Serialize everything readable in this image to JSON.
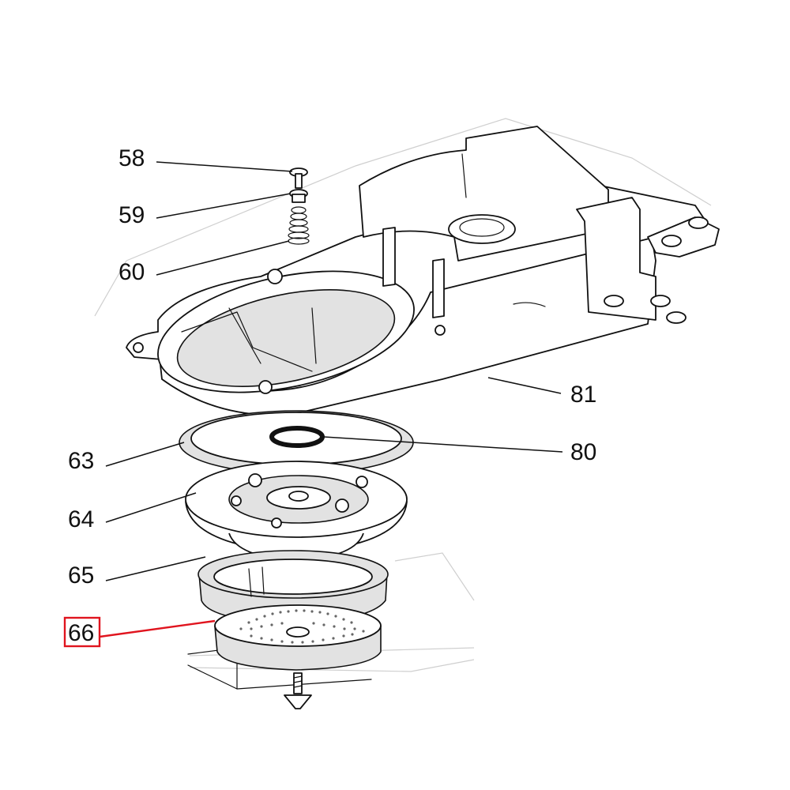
{
  "callouts": [
    {
      "id": "58",
      "label": "58"
    },
    {
      "id": "59",
      "label": "59"
    },
    {
      "id": "60",
      "label": "60"
    },
    {
      "id": "81",
      "label": "81"
    },
    {
      "id": "80",
      "label": "80"
    },
    {
      "id": "63",
      "label": "63"
    },
    {
      "id": "64",
      "label": "64"
    },
    {
      "id": "65",
      "label": "65"
    },
    {
      "id": "66",
      "label": "66"
    }
  ],
  "highlighted_callout": "66",
  "colors": {
    "line": "#111111",
    "highlight": "#e0141e",
    "shade": "#e2e2e2",
    "ghost": "#cfcfcf"
  }
}
